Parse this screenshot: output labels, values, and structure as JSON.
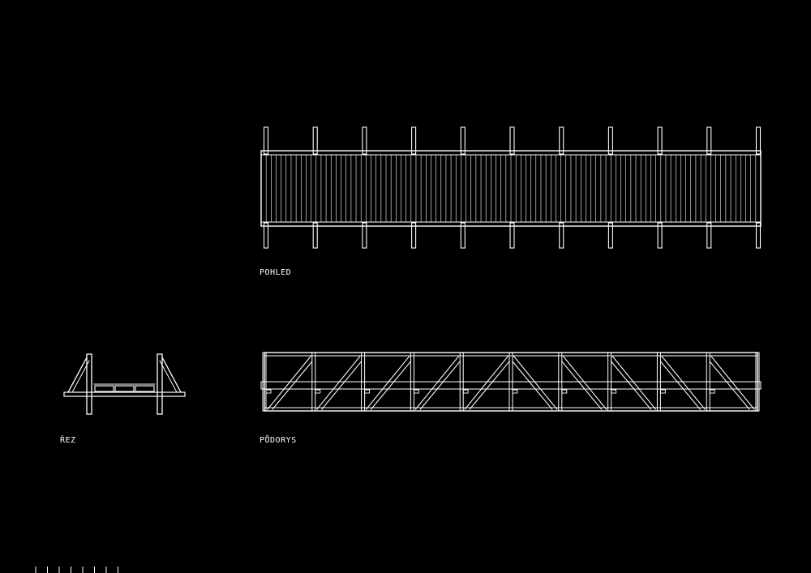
{
  "labels": {
    "elevation": "POHLED",
    "plan": "PŮDORYS",
    "section": "ŘEZ"
  },
  "colors": {
    "background": "#000000",
    "line": "#ffffff"
  },
  "drawing": {
    "post_count": 11,
    "elevation_slat_count": 100,
    "plan_bay_count": 10,
    "section_deck_panels": 3,
    "ruler_tick_count": 8
  }
}
